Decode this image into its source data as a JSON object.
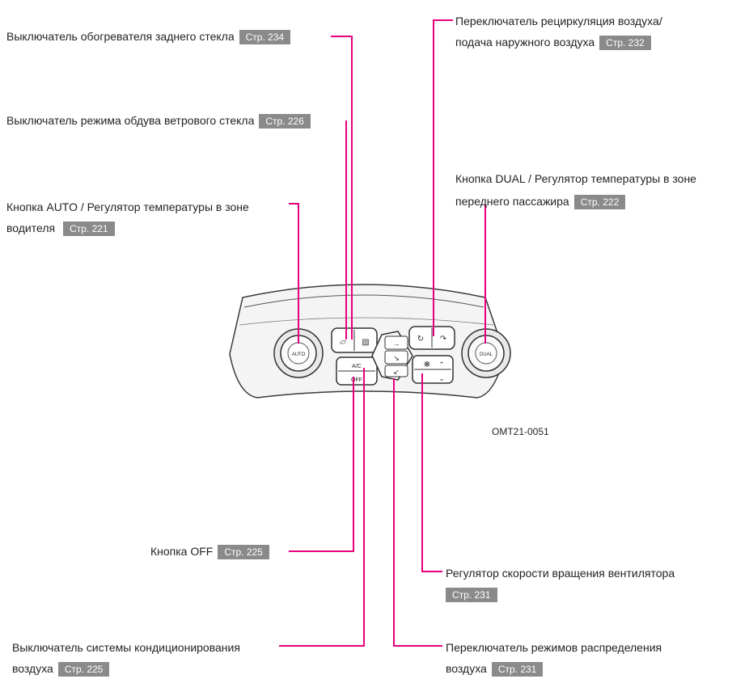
{
  "callouts": {
    "rear_defrost": {
      "label": "Выключатель обогревателя заднего стекла",
      "page": "Стр. 234"
    },
    "windshield": {
      "label": "Выключатель режима обдува ветрового стекла",
      "page": "Стр. 226"
    },
    "auto_driver": {
      "line1": "Кнопка AUTO / Регулятор температуры в зоне",
      "line2": "водителя",
      "page": "Стр. 221"
    },
    "recirculation": {
      "line1": "Переключатель рециркуляция воздуха/",
      "line2": "подача наружного воздуха",
      "page": "Стр. 232"
    },
    "dual_passenger": {
      "line1": "Кнопка DUAL / Регулятор температуры в зоне",
      "line2": "переднего пассажира",
      "page": "Стр. 222"
    },
    "off_button": {
      "label": "Кнопка OFF",
      "page": "Стр. 225"
    },
    "fan_speed": {
      "label": "Регулятор скорости вращения вентилятора",
      "page": "Стр. 231"
    },
    "ac_system": {
      "line1": "Выключатель системы кондиционирования",
      "line2": "воздуха",
      "page": "Стр. 225"
    },
    "air_distribution": {
      "line1": "Переключатель режимов распределения",
      "line2": "воздуха",
      "page": "Стр. 231"
    }
  },
  "figure_code": "OMT21-0051",
  "panel": {
    "left_knob": "AUTO",
    "right_knob": "DUAL",
    "ac_button": "A/C",
    "off_button": "OFF"
  },
  "colors": {
    "leader": "#e6007e",
    "page_badge": "#8a8a8c"
  }
}
